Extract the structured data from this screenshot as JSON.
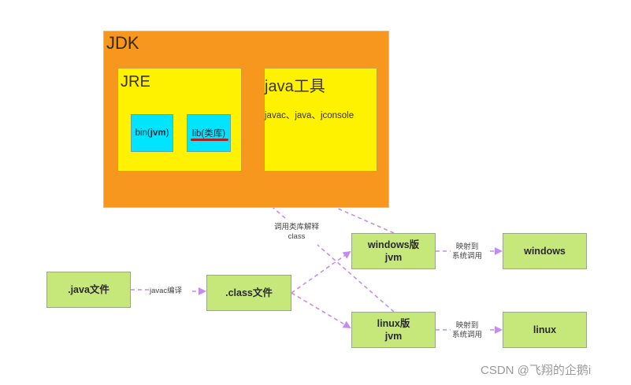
{
  "jdk": {
    "title": "JDK",
    "jre": {
      "title": "JRE",
      "bin_label_prefix": "bin(",
      "bin_label_bold": "jvm",
      "bin_label_suffix": ")",
      "lib_label": "lib(类库)"
    },
    "tools": {
      "title": "java工具",
      "list": "javac、java、jconsole"
    }
  },
  "flow": {
    "java_file": ".java文件",
    "compile_label": "javac编译",
    "class_file": ".class文件",
    "call_lib_label_line1": "调用类库解释",
    "call_lib_label_line2": "class",
    "windows_jvm_line1": "windows版",
    "windows_jvm_line2": "jvm",
    "linux_jvm_line1": "linux版",
    "linux_jvm_line2": "jvm",
    "map_label_line1": "映射到",
    "map_label_line2": "系统调用",
    "windows_os": "windows",
    "linux_os": "linux"
  },
  "colors": {
    "arrow": "#c58cf0",
    "jdk_bg": "#f7971e",
    "jre_bg": "#fff200",
    "lib_bg": "#00e5ff",
    "node_bg": "#c6e87a"
  },
  "watermark": "CSDN @飞翔的企鹅i"
}
